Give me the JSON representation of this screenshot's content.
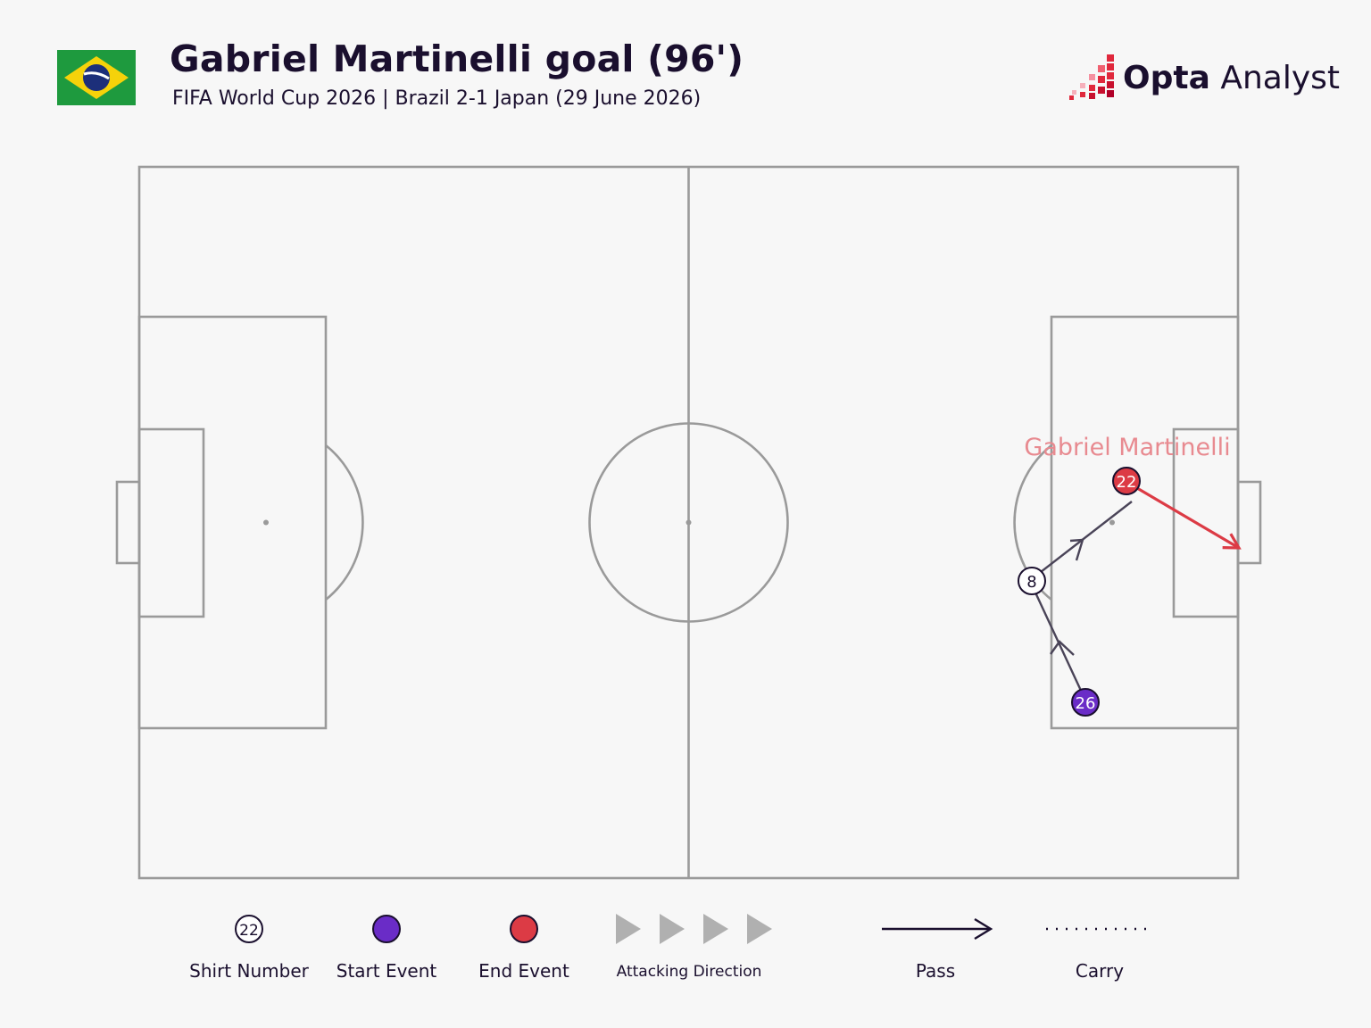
{
  "header": {
    "title": "Gabriel Martinelli goal (96')",
    "subtitle": "FIFA World Cup 2026 | Brazil 2-1 Japan (29 June 2026)",
    "flag": "brazil-flag-icon"
  },
  "brand": {
    "bold": "Opta",
    "light": " Analyst",
    "icon": "opta-logo-icon"
  },
  "sequence": {
    "scorer_name": "Gabriel Martinelli",
    "players": [
      {
        "number": "26",
        "role": "start"
      },
      {
        "number": "8",
        "role": "shirt"
      },
      {
        "number": "22",
        "role": "end"
      }
    ]
  },
  "legend": {
    "shirt_number": "Shirt Number",
    "shirt_sample": "22",
    "start_event": "Start Event",
    "end_event": "End Event",
    "attacking_direction": "Attacking Direction",
    "pass": "Pass",
    "carry": "Carry"
  },
  "colors": {
    "ink": "#1a0f2e",
    "pitch_line": "#9a9a9a",
    "start_event": "#6a2cc7",
    "end_event": "#dc3b45",
    "scorer_label": "#e88a90",
    "pass_line": "#4a4458",
    "direction_arrow": "#b0b0b0",
    "background": "#f7f7f7"
  }
}
